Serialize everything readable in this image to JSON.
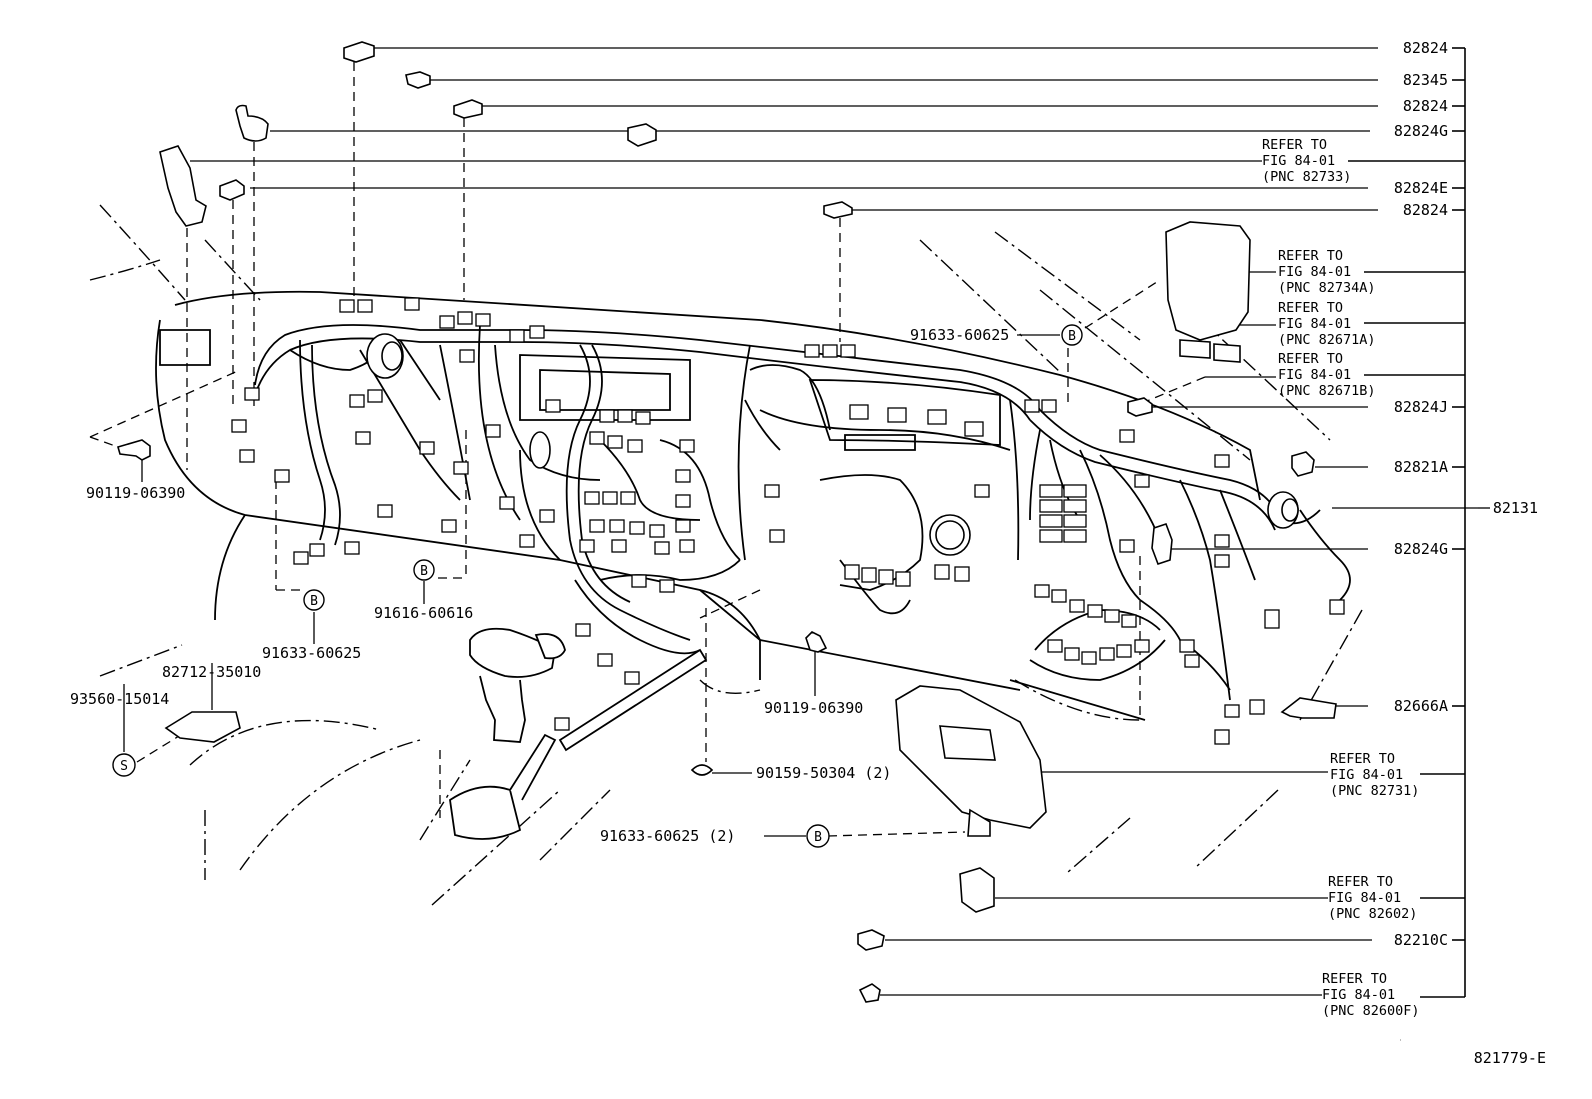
{
  "right_labels": {
    "l1": "82824",
    "l2": "82345",
    "l3": "82824",
    "l4": "82824G",
    "l5": "82824E",
    "l6": "82824",
    "l7": "82824J",
    "l8": "82821A",
    "l9": "82131",
    "l10": "82824G",
    "l11": "82666A",
    "l12": "82210C"
  },
  "refer_notes": {
    "n1": [
      "REFER TO",
      "FIG 84-01",
      "(PNC 82733)"
    ],
    "n2": [
      "REFER TO",
      "FIG 84-01",
      "(PNC 82734A)"
    ],
    "n3": [
      "REFER TO",
      "FIG 84-01",
      "(PNC 82671A)"
    ],
    "n4": [
      "REFER TO",
      "FIG 84-01",
      "(PNC 82671B)"
    ],
    "n5": [
      "REFER TO",
      "FIG 84-01",
      "(PNC 82731)"
    ],
    "n6": [
      "REFER TO",
      "FIG 84-01",
      "(PNC 82602)"
    ],
    "n7": [
      "REFER TO",
      "FIG 84-01",
      "(PNC 82600F)"
    ]
  },
  "part_labels": {
    "p1": "90119-06390",
    "p2": "91616-60616",
    "p3": "91633-60625",
    "p4": "82712-35010",
    "p5": "93560-15014",
    "p6": "91633-60625",
    "p7": "90119-06390",
    "p8": "90159-50304 (2)",
    "p9": "91633-60625 (2)"
  },
  "callouts": {
    "b": "B",
    "s": "S"
  },
  "figure_id": "821779-E"
}
